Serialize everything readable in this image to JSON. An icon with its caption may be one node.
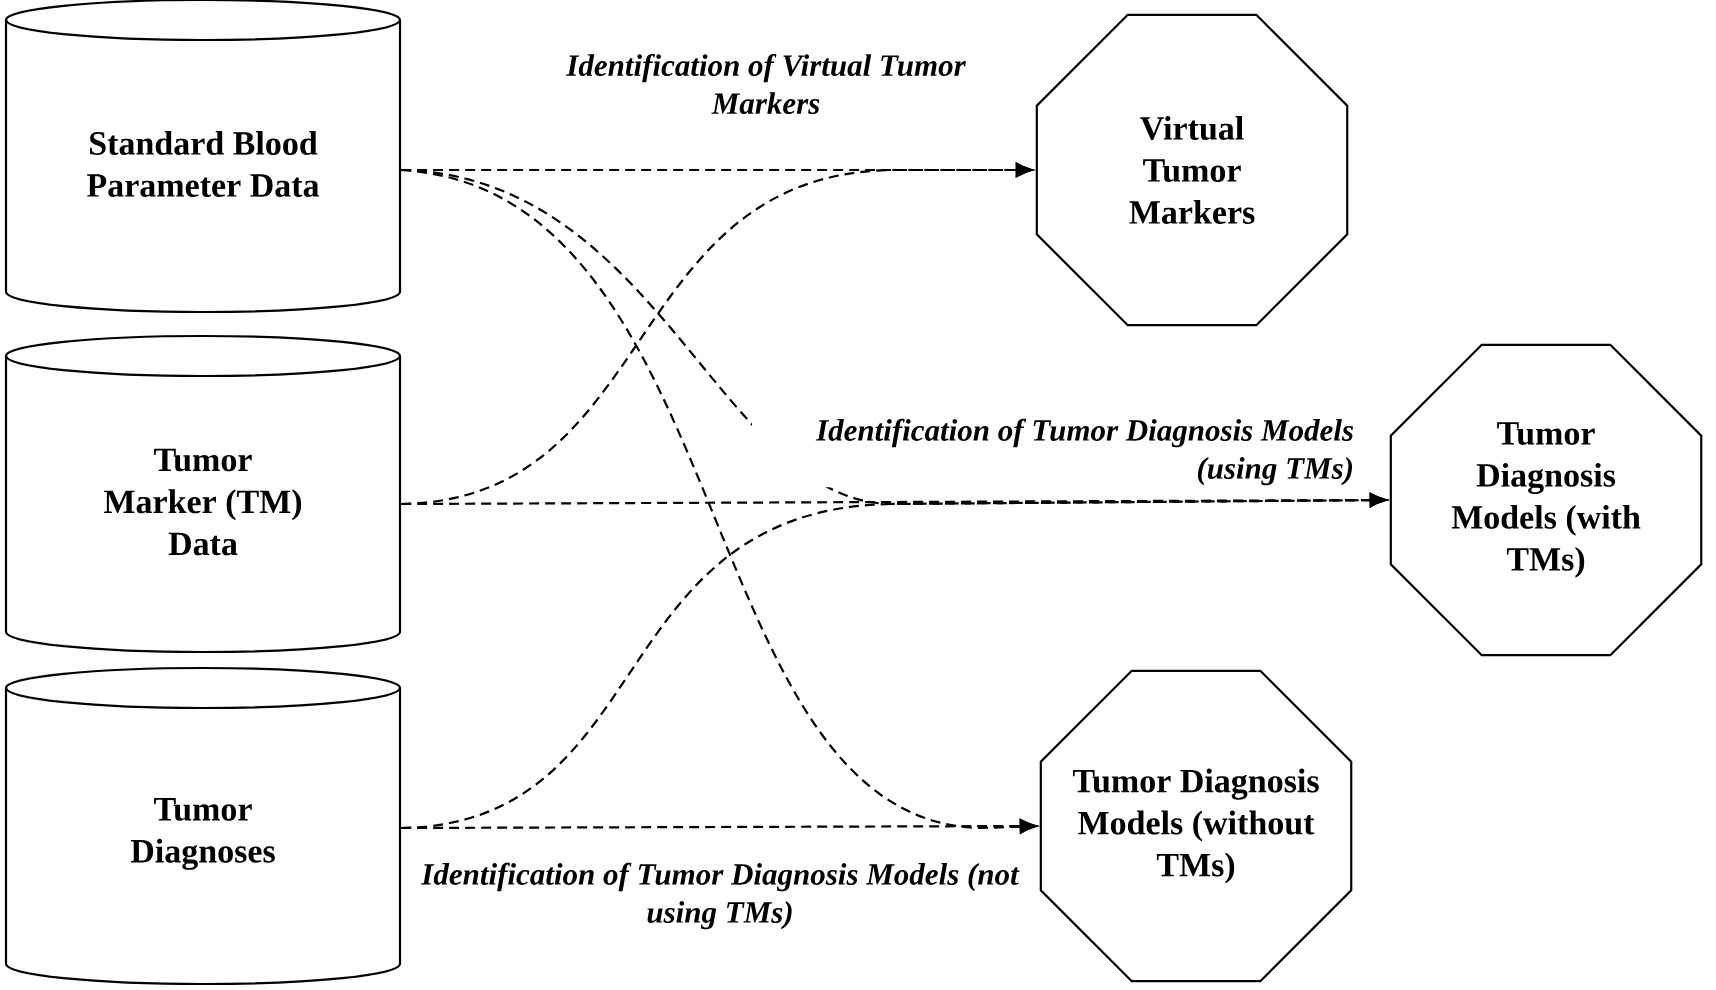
{
  "diagram": {
    "nodes": [
      {
        "text": [
          "Standard Blood Parameter Data"
        ]
      },
      {
        "text": [
          "Tumor Marker (TM) Data"
        ]
      },
      {
        "text": [
          "Tumor Diagnoses"
        ]
      },
      {
        "text": [
          "Virtual Tumor Markers"
        ]
      },
      {
        "text": [
          "Tumor Diagnosis Models (with TMs)"
        ]
      },
      {
        "text": [
          "Tumor Diagnosis Models (without TMs)"
        ]
      }
    ],
    "edges": [
      {
        "from": 0,
        "to": 3,
        "arrow": "to",
        "style": "dashed",
        "label": "Identification of Virtual Tumor Markers"
      },
      {
        "from": 0,
        "to": 4,
        "arrow": "to",
        "style": "dashed"
      },
      {
        "from": 0,
        "to": 5,
        "arrow": "to",
        "style": "dashed"
      },
      {
        "from": 1,
        "to": 3,
        "arrow": "to",
        "style": "dashed"
      },
      {
        "from": 1,
        "to": 4,
        "arrow": "to",
        "style": "dashed",
        "label": "Identification of Tumor Diagnosis Models (using TMs)"
      },
      {
        "from": 2,
        "to": 4,
        "arrow": "to",
        "style": "dashed"
      },
      {
        "from": 2,
        "to": 5,
        "arrow": "to",
        "style": "dashed",
        "label": "Identification of Tumor Diagnosis Models (not using TMs)"
      }
    ]
  }
}
